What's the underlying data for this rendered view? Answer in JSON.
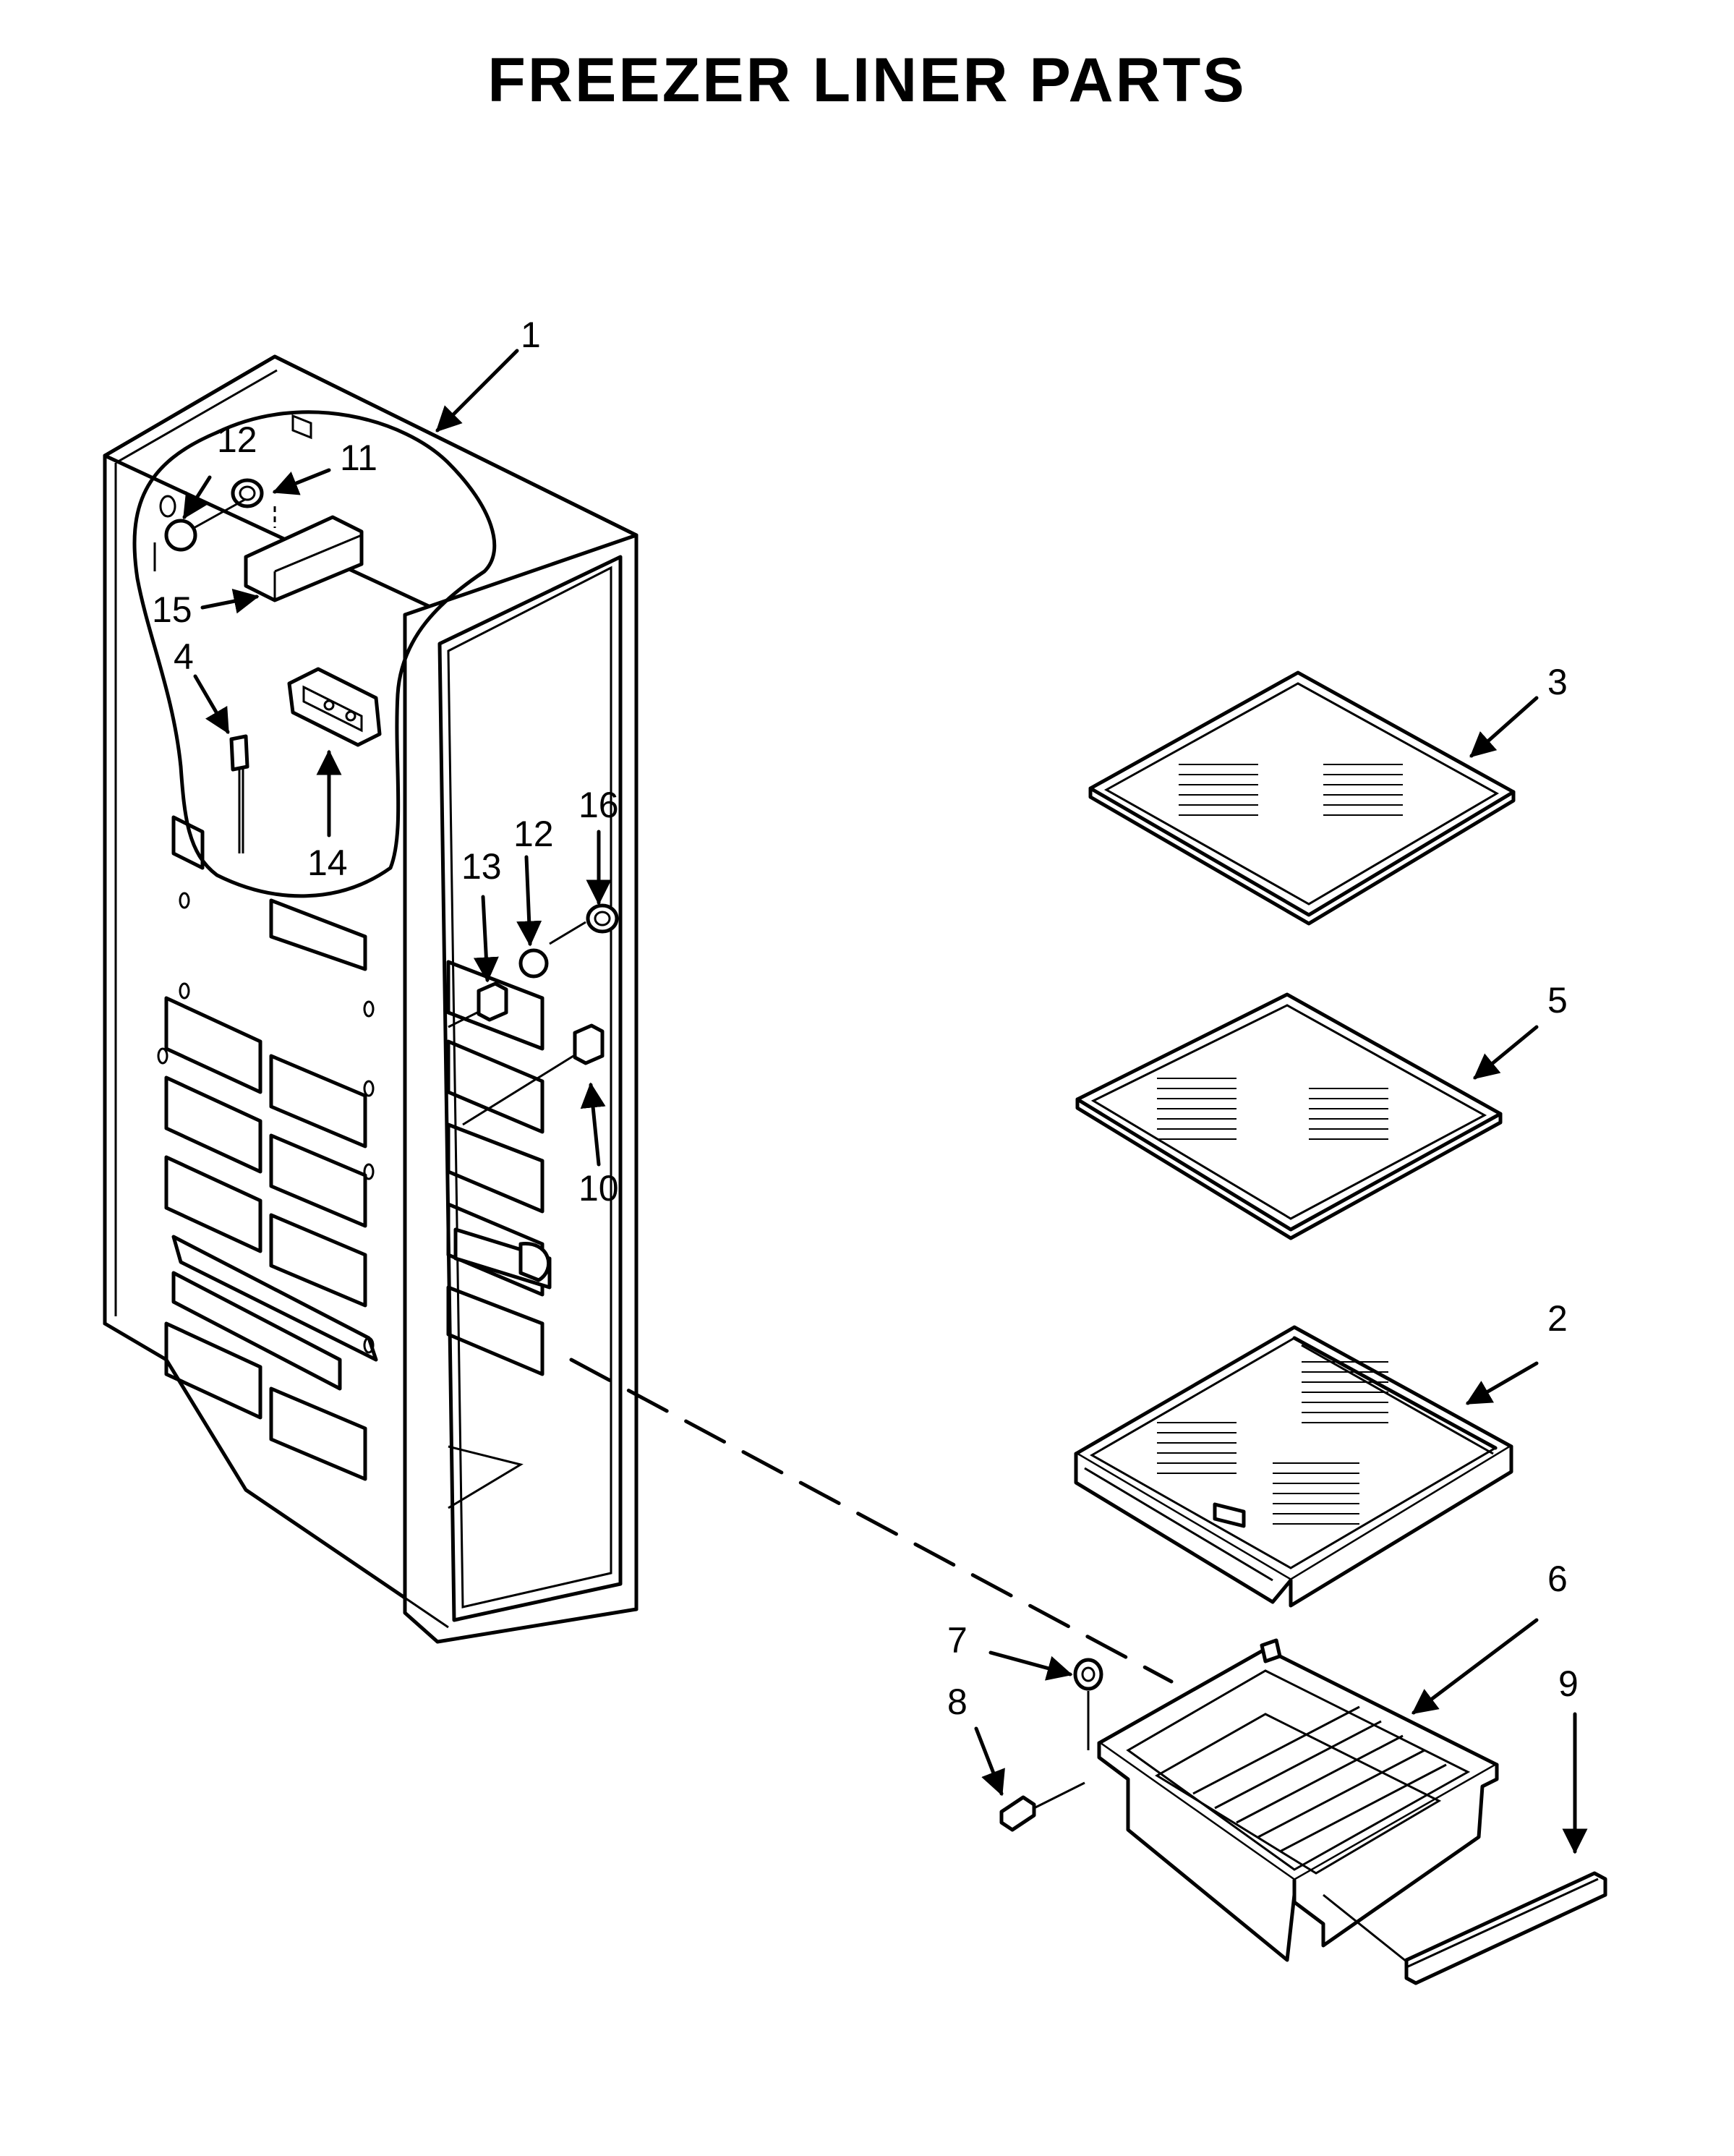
{
  "title": "FREEZER LINER PARTS",
  "callouts": [
    {
      "id": "1",
      "text": "1"
    },
    {
      "id": "2",
      "text": "2"
    },
    {
      "id": "3",
      "text": "3"
    },
    {
      "id": "4",
      "text": "4"
    },
    {
      "id": "5",
      "text": "5"
    },
    {
      "id": "6",
      "text": "6"
    },
    {
      "id": "7",
      "text": "7"
    },
    {
      "id": "8",
      "text": "8"
    },
    {
      "id": "9",
      "text": "9"
    },
    {
      "id": "10",
      "text": "10"
    },
    {
      "id": "11",
      "text": "11"
    },
    {
      "id": "12a",
      "text": "12"
    },
    {
      "id": "12b",
      "text": "12"
    },
    {
      "id": "13",
      "text": "13"
    },
    {
      "id": "14",
      "text": "14"
    },
    {
      "id": "15",
      "text": "15"
    },
    {
      "id": "16",
      "text": "16"
    }
  ]
}
